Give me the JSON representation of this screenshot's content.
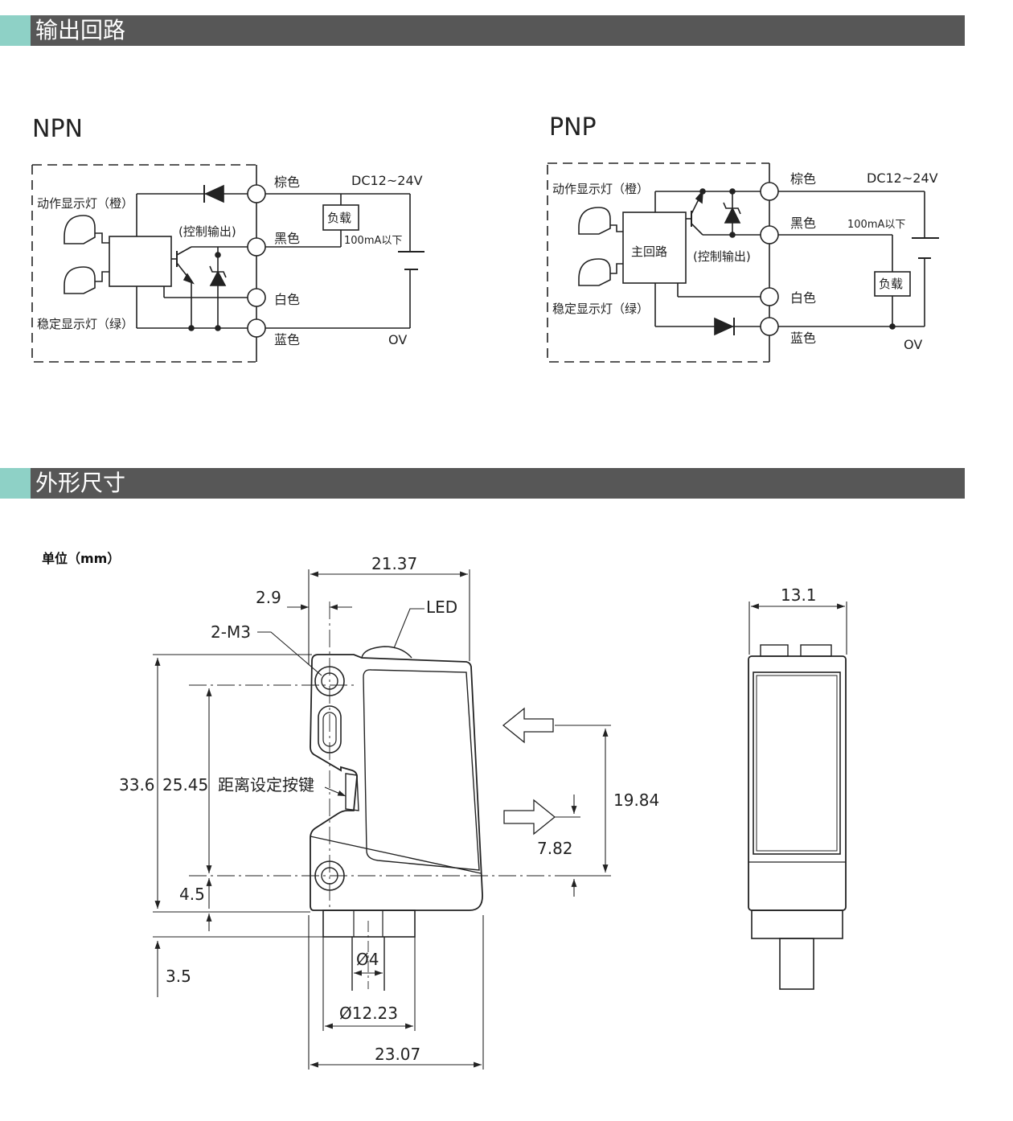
{
  "sections": {
    "circuit": {
      "title": "输出回路"
    },
    "dimensions": {
      "title": "外形尺寸"
    }
  },
  "npn": {
    "title": "NPN",
    "wire_brown": "棕色",
    "wire_black": "黑色",
    "wire_white": "白色",
    "wire_blue": "蓝色",
    "voltage": "DC12~24V",
    "load": "负载",
    "current": "100mA以下",
    "zero": "OV",
    "control_output": "(控制输出)",
    "action_led": "动作显示灯（橙）",
    "stable_led": "稳定显示灯（绿）"
  },
  "pnp": {
    "title": "PNP",
    "wire_brown": "棕色",
    "wire_black": "黑色",
    "wire_white": "白色",
    "wire_blue": "蓝色",
    "voltage": "DC12~24V",
    "load": "负载",
    "current": "100mA以下",
    "zero": "OV",
    "control_output": "(控制输出)",
    "main_circuit": "主回路",
    "action_led": "动作显示灯（橙）",
    "stable_led": "稳定显示灯（绿）"
  },
  "dims": {
    "unit": "单位（mm）",
    "d_21_37": "21.37",
    "d_2_9": "2.9",
    "led": "LED",
    "m3": "2-M3",
    "d_33_6": "33.6",
    "d_25_45": "25.45",
    "button": "距离设定按键",
    "d_4_5": "4.5",
    "d_3_5": "3.5",
    "d_phi4": "Ø4",
    "d_phi12": "Ø12.23",
    "d_23_07": "23.07",
    "d_19_84": "19.84",
    "d_7_82": "7.82",
    "d_13_1": "13.1"
  },
  "colors": {
    "section_bar": "#575757",
    "accent": "#8ed1c6"
  }
}
